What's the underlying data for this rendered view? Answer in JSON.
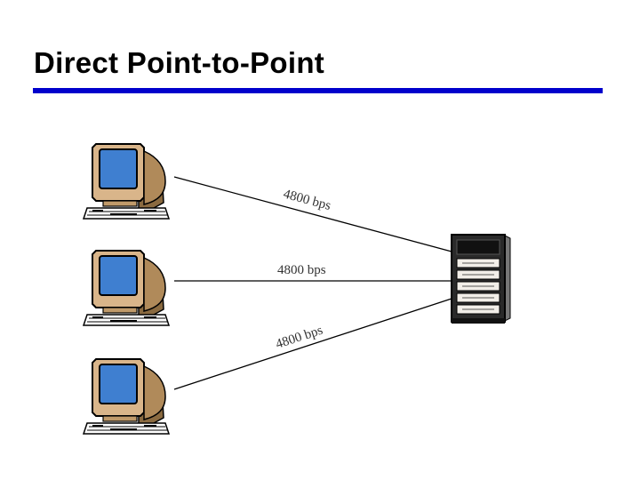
{
  "slide": {
    "title": "Direct Point-to-Point"
  },
  "colors": {
    "title_rule": "#0000cc",
    "screen": "#3f7fd0",
    "monitor_body": "#d9b58a",
    "server_body": "#2a2a2a"
  },
  "links": [
    {
      "label": "4800 bps"
    },
    {
      "label": "4800 bps"
    },
    {
      "label": "4800 bps"
    }
  ],
  "icons": {
    "terminal": "computer-terminal-icon",
    "host": "server-rack-icon"
  }
}
